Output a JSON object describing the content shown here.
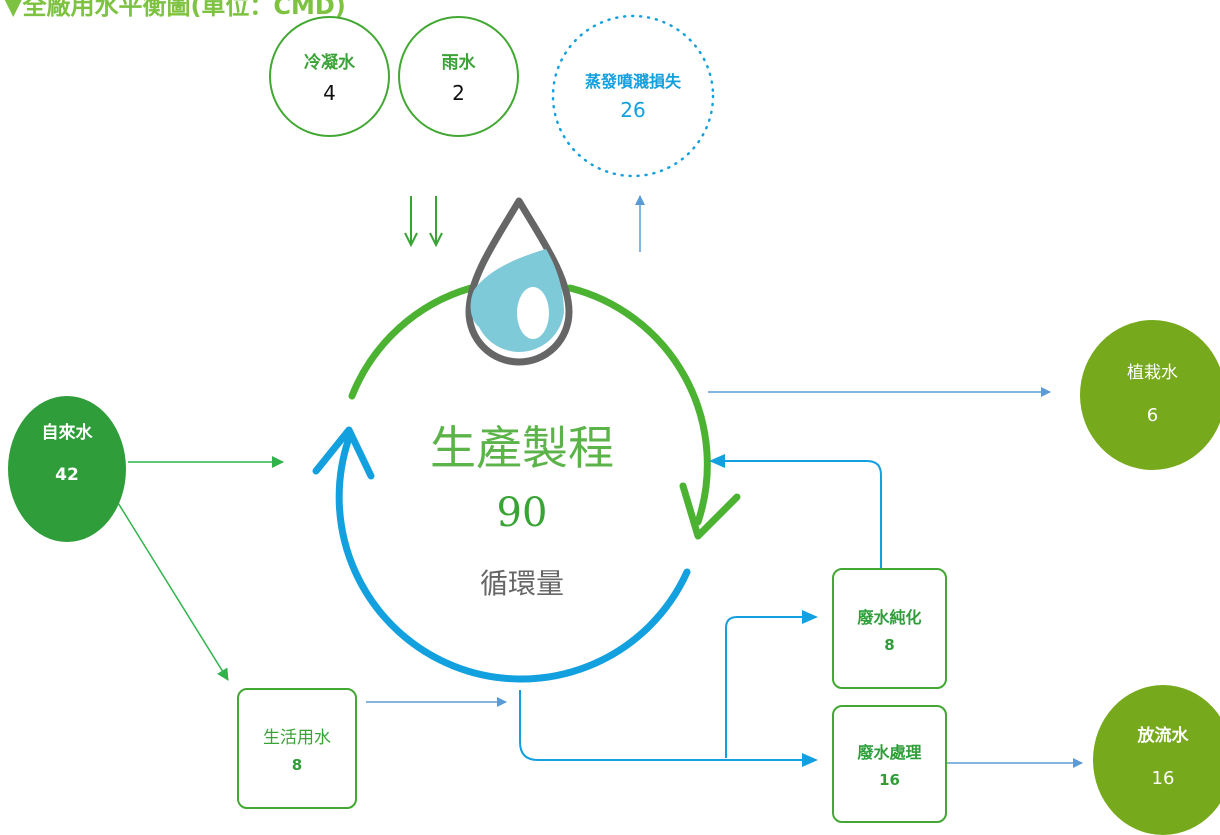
{
  "title": "▼全廠用水平衡圖(單位：CMD)",
  "center": {
    "label": "生產製程",
    "value": "90",
    "sublabel": "循環量"
  },
  "nodes": {
    "condensate": {
      "label": "冷凝水",
      "value": "4"
    },
    "rain": {
      "label": "雨水",
      "value": "2"
    },
    "evaporation": {
      "label": "蒸發噴濺損失",
      "value": "26"
    },
    "tap_water": {
      "label": "自來水",
      "value": "42"
    },
    "landscape": {
      "label": "植栽水",
      "value": "6"
    },
    "domestic": {
      "label": "生活用水",
      "value": "8"
    },
    "purify": {
      "label": "廢水純化",
      "value": "8"
    },
    "treatment": {
      "label": "廢水處理",
      "value": "16"
    },
    "discharge": {
      "label": "放流水",
      "value": "16"
    }
  },
  "colors": {
    "green": "#43a833",
    "blue": "#13a0df",
    "olive": "#76a91b",
    "dark_green": "#2f9e3a",
    "arrow_blue": "#5b9bd5"
  }
}
